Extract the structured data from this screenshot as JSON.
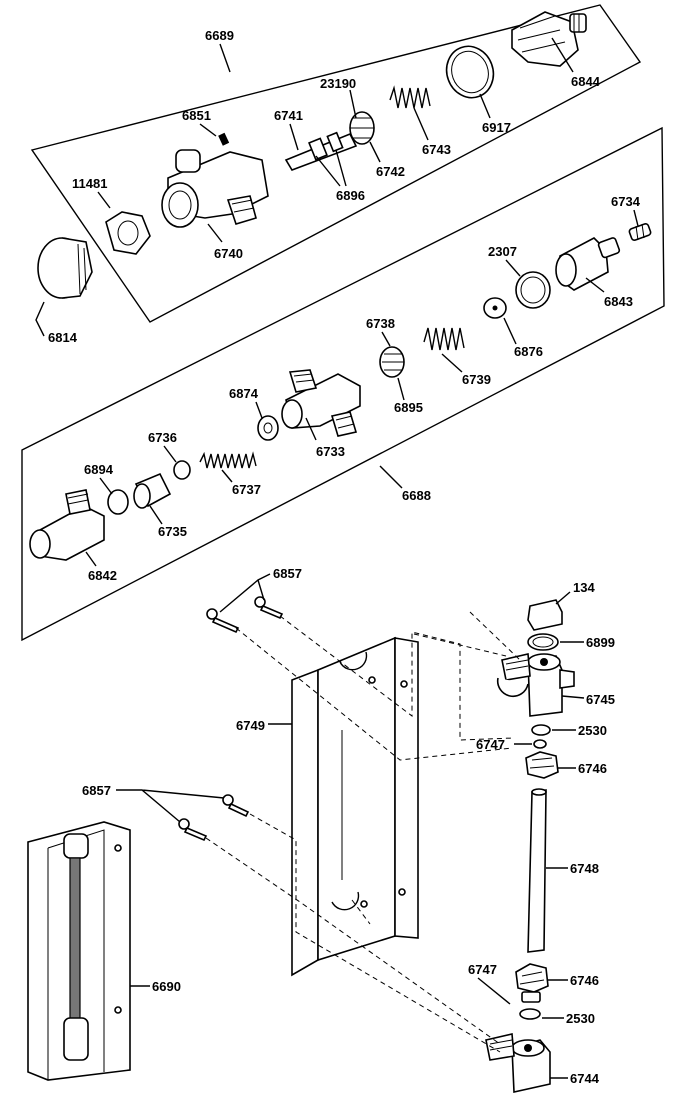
{
  "diagram": {
    "labels": [
      {
        "text": "6689"
      },
      {
        "text": "6844"
      },
      {
        "text": "6917"
      },
      {
        "text": "23190"
      },
      {
        "text": "6743"
      },
      {
        "text": "6742"
      },
      {
        "text": "6741"
      },
      {
        "text": "6851"
      },
      {
        "text": "6896"
      },
      {
        "text": "11481"
      },
      {
        "text": "6740"
      },
      {
        "text": "6814"
      },
      {
        "text": "6734"
      },
      {
        "text": "2307"
      },
      {
        "text": "6843"
      },
      {
        "text": "6876"
      },
      {
        "text": "6738"
      },
      {
        "text": "6739"
      },
      {
        "text": "6895"
      },
      {
        "text": "6874"
      },
      {
        "text": "6736"
      },
      {
        "text": "6733"
      },
      {
        "text": "6894"
      },
      {
        "text": "6737"
      },
      {
        "text": "6735"
      },
      {
        "text": "6688"
      },
      {
        "text": "6842"
      },
      {
        "text": "6857"
      },
      {
        "text": "134"
      },
      {
        "text": "6899"
      },
      {
        "text": "6745"
      },
      {
        "text": "6749"
      },
      {
        "text": "2530"
      },
      {
        "text": "6747"
      },
      {
        "text": "6746"
      },
      {
        "text": "6748"
      },
      {
        "text": "6857"
      },
      {
        "text": "6690"
      },
      {
        "text": "6747"
      },
      {
        "text": "6746"
      },
      {
        "text": "2530"
      },
      {
        "text": "6744"
      }
    ]
  }
}
